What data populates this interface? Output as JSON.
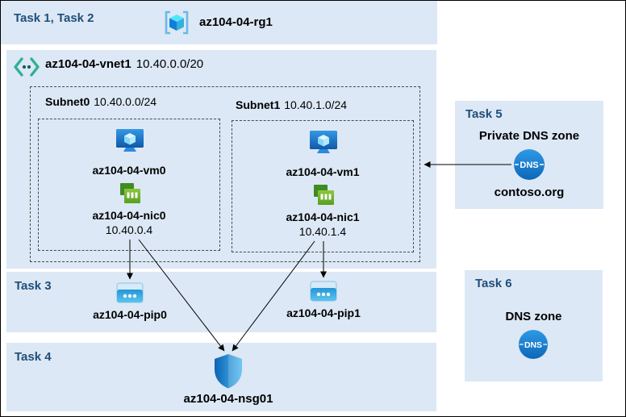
{
  "colors": {
    "band": "#dce8f5",
    "task_label": "#1f4e79"
  },
  "header": {
    "tasks_label": "Task 1, Task 2",
    "resource_group": "az104-04-rg1"
  },
  "vnet": {
    "name": "az104-04-vnet1",
    "cidr": "10.40.0.0/20"
  },
  "subnets": [
    {
      "name": "Subnet0",
      "cidr": "10.40.0.0/24",
      "vm_name": "az104-04-vm0",
      "nic_name": "az104-04-nic0",
      "nic_ip": "10.40.0.4"
    },
    {
      "name": "Subnet1",
      "cidr": "10.40.1.0/24",
      "vm_name": "az104-04-vm1",
      "nic_name": "az104-04-nic1",
      "nic_ip": "10.40.1.4"
    }
  ],
  "task3": {
    "label": "Task 3",
    "pip0": "az104-04-pip0",
    "pip1": "az104-04-pip1"
  },
  "task4": {
    "label": "Task 4",
    "nsg": "az104-04-nsg01"
  },
  "task5": {
    "label": "Task 5",
    "title": "Private DNS zone",
    "zone": "contoso.org",
    "dns_icon_text": "DNS"
  },
  "task6": {
    "label": "Task 6",
    "title": "DNS zone",
    "dns_icon_text": "DNS"
  }
}
